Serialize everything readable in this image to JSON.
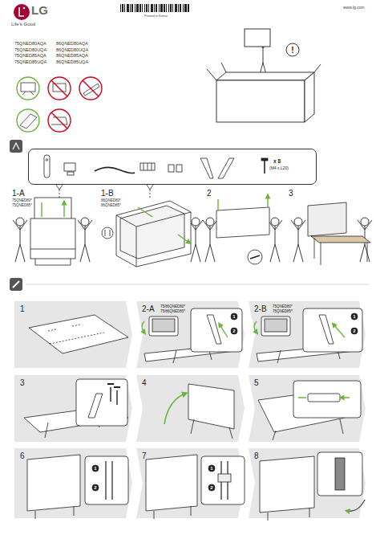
{
  "diagram": {
    "nodes": [
      {
        "text": [
          "x 8",
          "(M4 x L20)"
        ]
      },
      {
        "text": [
          "1"
        ]
      },
      {
        "text": [
          "2-A",
          "75/86QNED80*",
          "75/86QNED85*"
        ]
      },
      {
        "text": [
          "2-B",
          "75QNED80*",
          "75QNED85*"
        ]
      },
      {
        "text": [
          "3"
        ]
      },
      {
        "text": [
          "4"
        ]
      },
      {
        "text": [
          "5"
        ]
      },
      {
        "text": [
          "6"
        ]
      },
      {
        "text": [
          "7"
        ]
      },
      {
        "text": [
          "8"
        ]
      }
    ],
    "labels": [
      "LG",
      "Life's Good",
      "www.lg.com",
      "Printed in Korea",
      "75QNED80AQA",
      "86QNED80AQA",
      "75QNED80UQA",
      "86QNED80UQA",
      "75QNED85AQA",
      "86QNED85AQA",
      "75QNED85UQA",
      "86QNED85UQA",
      "!",
      "1-A",
      "75QNED80*",
      "75QNED85*",
      "1-B",
      "86QNED80*",
      "86QNED85*",
      "2",
      "3",
      "1",
      "2",
      "1",
      "2",
      "1",
      "2",
      "1",
      "2"
    ]
  }
}
